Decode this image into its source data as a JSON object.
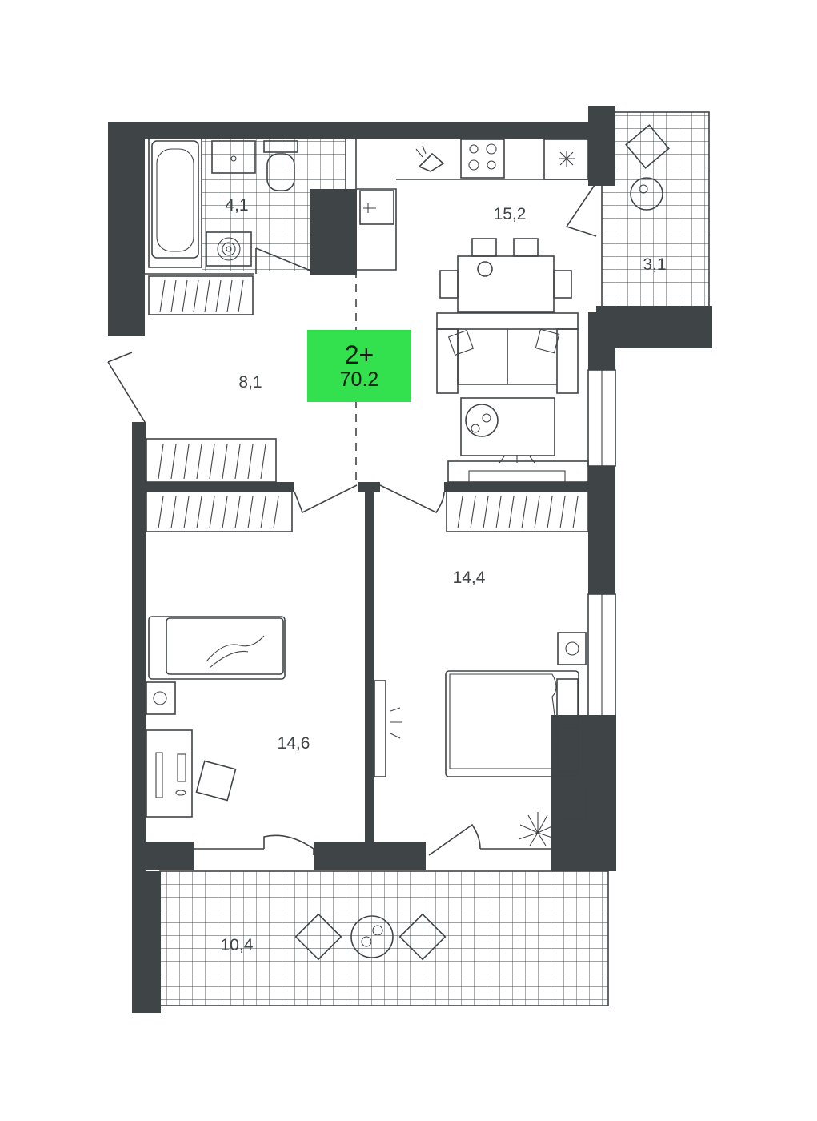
{
  "plan": {
    "type_label": "2+",
    "total_area": "70.2",
    "accent_color": "#33e04d",
    "wall_color": "#3f4446",
    "rooms": [
      {
        "name": "bathroom",
        "area": "4,1"
      },
      {
        "name": "kitchen-living",
        "area": "15,2"
      },
      {
        "name": "small-balcony",
        "area": "3,1"
      },
      {
        "name": "hallway",
        "area": "8,1"
      },
      {
        "name": "bedroom-right",
        "area": "14,4"
      },
      {
        "name": "bedroom-left",
        "area": "14,6"
      },
      {
        "name": "large-balcony",
        "area": "10,4"
      }
    ]
  }
}
